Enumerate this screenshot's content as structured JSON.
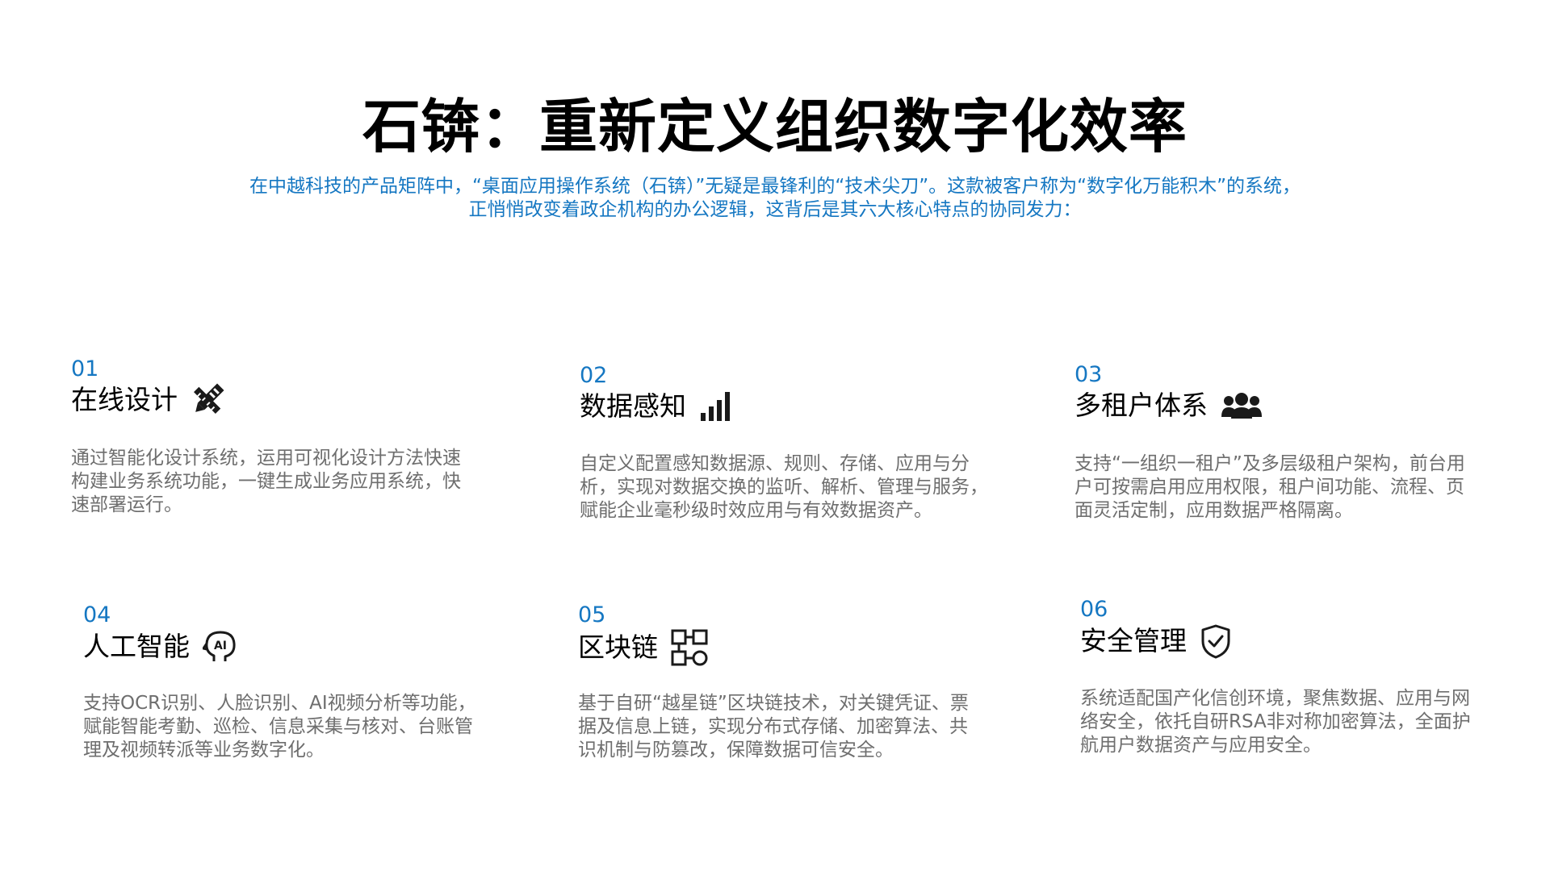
{
  "title": "石锛：重新定义组织数字化效率",
  "intro": {
    "line1": "在中越科技的产品矩阵中，“桌面应用操作系统（石锛）”无疑是最锋利的“技术尖刀”。这款被客户称为“数字化万能积木”的系统，",
    "line2": "正悄悄改变着政企机构的办公逻辑，这背后是其六大核心特点的协同发力："
  },
  "colors": {
    "accent": "#1577C2",
    "title": "#000000",
    "body_text": "#6E6E6E",
    "icon": "#1A1A1A"
  },
  "features": [
    {
      "number": "01",
      "title": "在线设计",
      "icon": "design-pen-ruler-icon",
      "desc_lines": [
        "通过智能化设计系统，运用可视化设计方法快速",
        "构建业务系统功能，一键生成业务应用系统，快",
        "速部署运行。"
      ]
    },
    {
      "number": "02",
      "title": "数据感知",
      "icon": "bar-chart-icon",
      "desc_lines": [
        "自定义配置感知数据源、规则、存储、应用与分",
        "析，实现对数据交换的监听、解析、管理与服务，",
        "赋能企业毫秒级时效应用与有效数据资产。"
      ]
    },
    {
      "number": "03",
      "title": "多租户体系",
      "icon": "users-group-icon",
      "desc_lines": [
        "支持“一组织一租户”及多层级租户架构，前台用",
        "户可按需启用应用权限，租户间功能、流程、页",
        "面灵活定制，应用数据严格隔离。"
      ]
    },
    {
      "number": "04",
      "title": "人工智能",
      "icon": "ai-head-icon",
      "desc_lines": [
        "支持OCR识别、人脸识别、AI视频分析等功能，",
        "赋能智能考勤、巡检、信息采集与核对、台账管",
        "理及视频转派等业务数字化。"
      ]
    },
    {
      "number": "05",
      "title": "区块链",
      "icon": "blockchain-blocks-icon",
      "desc_lines": [
        "基于自研“越星链”区块链技术，对关键凭证、票",
        "据及信息上链，实现分布式存储、加密算法、共",
        "识机制与防篡改，保障数据可信安全。"
      ]
    },
    {
      "number": "06",
      "title": "安全管理",
      "icon": "shield-check-icon",
      "desc_lines": [
        "系统适配国产化信创环境，聚焦数据、应用与网",
        "络安全，依托自研RSA非对称加密算法，全面护",
        "航用户数据资产与应用安全。"
      ]
    }
  ]
}
